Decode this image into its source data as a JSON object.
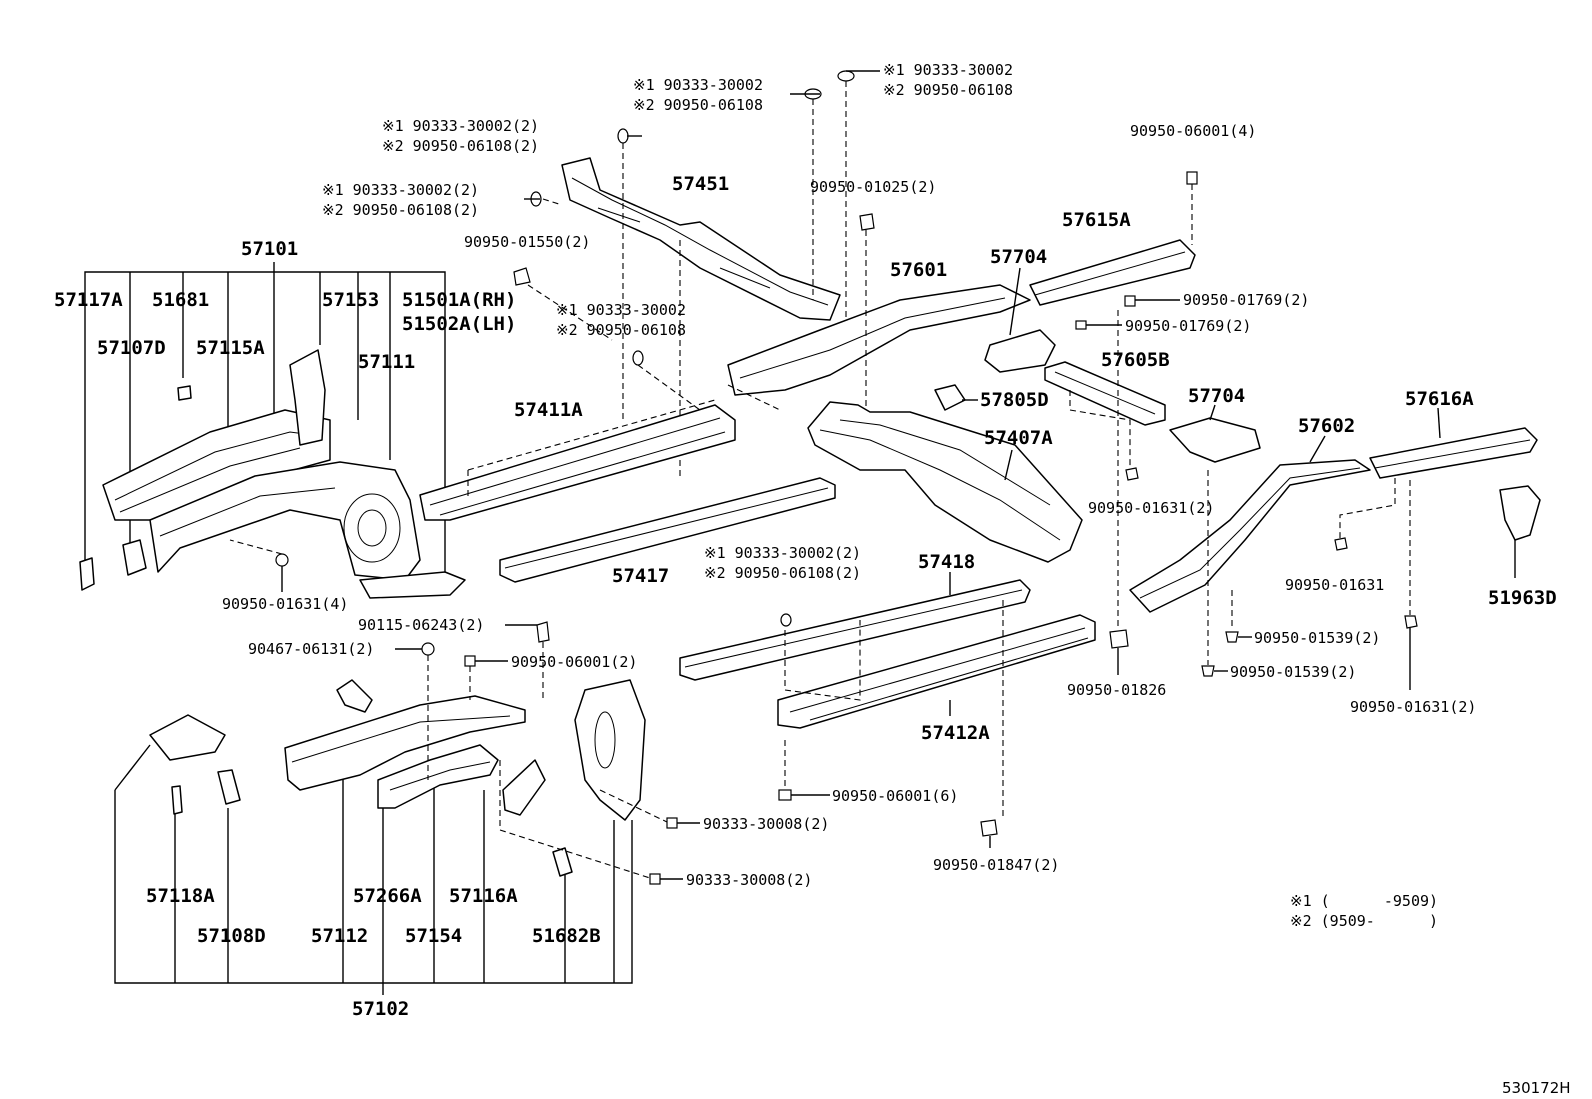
{
  "figure_code": "530172H",
  "legend": {
    "note1": "※1 (      -9509)",
    "note2": "※2 (9509-      )"
  },
  "labels": {
    "p57101": "57101",
    "p57117A": "57117A",
    "p51681": "51681",
    "p57153": "57153",
    "p51501A": "51501A(RH)",
    "p51502A": "51502A(LH)",
    "p57107D": "57107D",
    "p57115A": "57115A",
    "p57111": "57111",
    "h90950_01631_4": "90950-01631(4)",
    "p57451": "57451",
    "h90950_01550": "90950-01550(2)",
    "p57411A": "57411A",
    "p57417": "57417",
    "h90950_01025": "90950-01025(2)",
    "p57601": "57601",
    "p57704a": "57704",
    "p57615A": "57615A",
    "h90950_06001_4": "90950-06001(4)",
    "h90950_01769a": "90950-01769(2)",
    "h90950_01769b": "90950-01769(2)",
    "p57605B": "57605B",
    "p57704b": "57704",
    "p57805D": "57805D",
    "p57407A": "57407A",
    "p57602": "57602",
    "p57616A": "57616A",
    "h90950_01631_2a": "90950-01631(2)",
    "h90950_01631": "90950-01631",
    "p51963D": "51963D",
    "h90950_01539a": "90950-01539(2)",
    "h90950_01539b": "90950-01539(2)",
    "h90950_01631_2b": "90950-01631(2)",
    "h90950_01826": "90950-01826",
    "p57418": "57418",
    "p57412A": "57412A",
    "h90950_06001_6": "90950-06001(6)",
    "h90950_01847": "90950-01847(2)",
    "h90115_06243": "90115-06243(2)",
    "h90467_06131": "90467-06131(2)",
    "h90950_06001_2": "90950-06001(2)",
    "h90333_30008a": "90333-30008(2)",
    "h90333_30008b": "90333-30008(2)",
    "p57118A": "57118A",
    "p57108D": "57108D",
    "p57112": "57112",
    "p57266A": "57266A",
    "p57154": "57154",
    "p57116A": "57116A",
    "p51682B": "51682B",
    "p57102": "57102"
  },
  "notes": {
    "n1a": "※1 90333-30002",
    "n1b": "※2 90950-06108",
    "n2a": "※1 90333-30002",
    "n2b": "※2 90950-06108",
    "n3a": "※1 90333-30002(2)",
    "n3b": "※2 90950-06108(2)",
    "n4a": "※1 90333-30002(2)",
    "n4b": "※2 90950-06108(2)",
    "n5a": "※1 90333-30002",
    "n5b": "※2 90950-06108",
    "n6a": "※1 90333-30002(2)",
    "n6b": "※2 90950-06108(2)"
  }
}
